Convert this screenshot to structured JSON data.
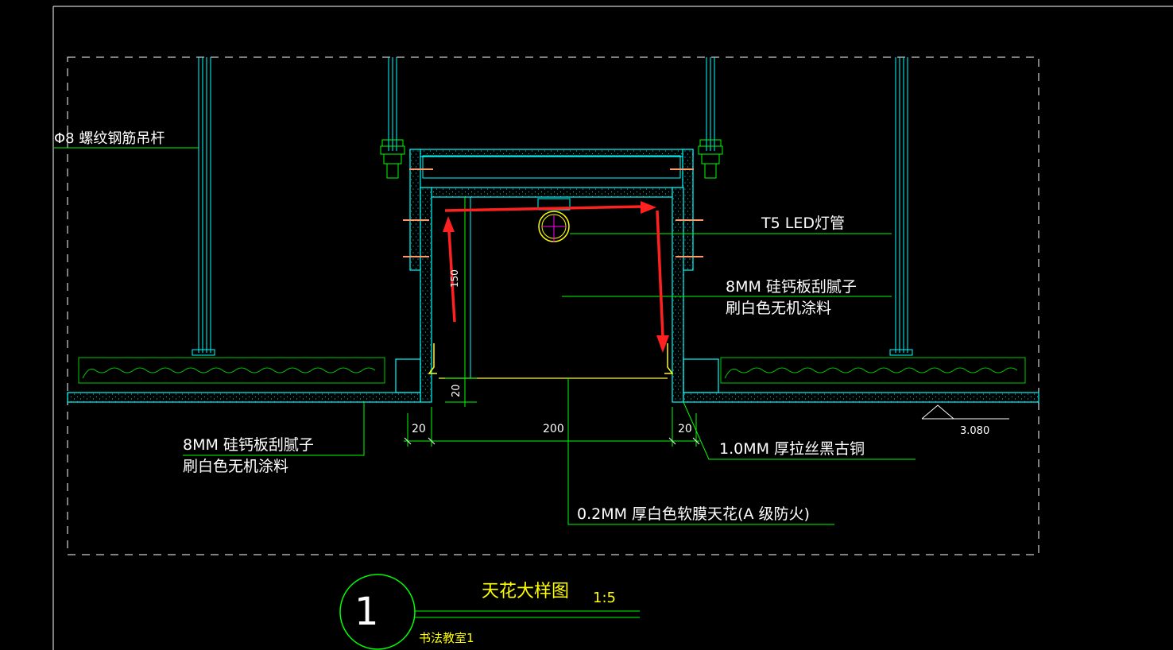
{
  "colors": {
    "background": "#000000",
    "frame": "#ffffff",
    "structure": "#00ffff",
    "leader": "#00ff00",
    "ceiling_panel": "#00cc00",
    "label_text": "#ffffff",
    "title_text": "#ffff00",
    "arrow": "#ff2020",
    "lamp": "#ffff00",
    "lamp_center": "#ff00ff",
    "screw": "#ff9966"
  },
  "labels": {
    "rod": "Φ8 螺纹钢筋吊杆",
    "lamp": "T5 LED灯管",
    "board_right_line1": "8MM 硅钙板刮腻子",
    "board_right_line2": "刷白色无机涂料",
    "board_left_line1": "8MM 硅钙板刮腻子",
    "board_left_line2": "刷白色无机涂料",
    "copper": "1.0MM 厚拉丝黑古铜",
    "membrane": "0.2MM 厚白色软膜天花(A 级防火)",
    "level": "3.080"
  },
  "dimensions": {
    "left_width": "20",
    "center_width": "200",
    "right_width": "20",
    "depth": "150",
    "bottom_offset": "20"
  },
  "title_block": {
    "number": "1",
    "title": "天花大样图",
    "scale": "1:5",
    "room": "书法教室1"
  }
}
